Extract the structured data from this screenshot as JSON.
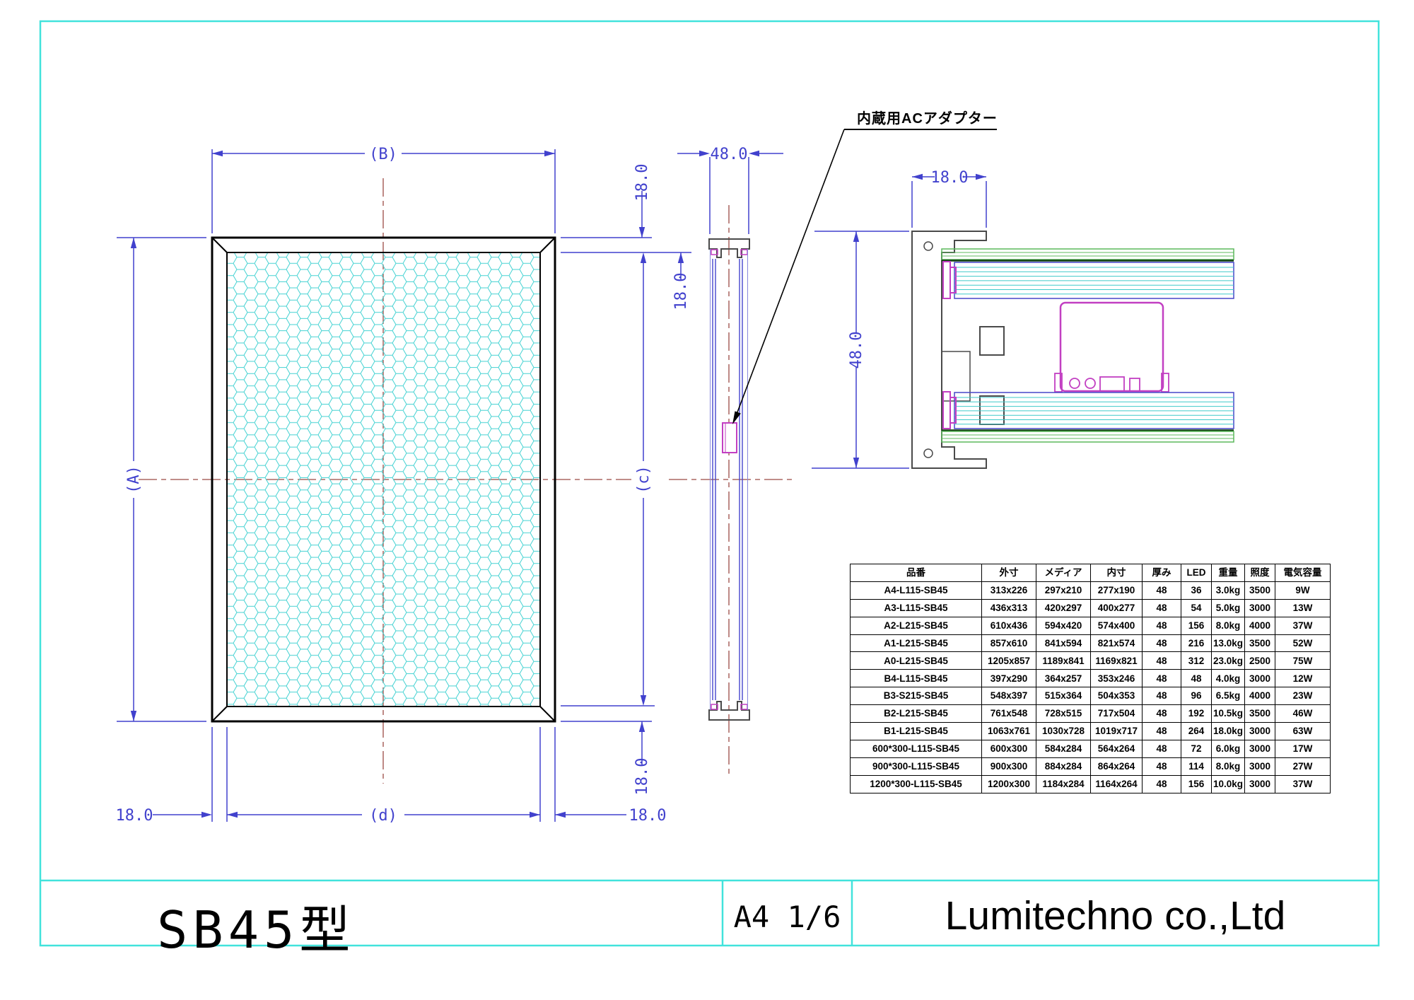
{
  "title_block": {
    "model": "SB45型",
    "sheet": "A4 1/6",
    "company": "Lumitechno co.,Ltd"
  },
  "annotations": {
    "ac_adapter_label": "内蔵用ACアダプター"
  },
  "dimensions": {
    "b": "(B)",
    "a": "(A)",
    "c": "(c)",
    "d": "(d)",
    "flange_18": "18.0",
    "depth_48": "48.0"
  },
  "table": {
    "headers": [
      "品番",
      "外寸",
      "メディア",
      "内寸",
      "厚み",
      "LED",
      "重量",
      "照度",
      "電気容量"
    ],
    "rows": [
      [
        "A4-L115-SB45",
        "313x226",
        "297x210",
        "277x190",
        "48",
        "36",
        "3.0kg",
        "3500",
        "9W"
      ],
      [
        "A3-L115-SB45",
        "436x313",
        "420x297",
        "400x277",
        "48",
        "54",
        "5.0kg",
        "3000",
        "13W"
      ],
      [
        "A2-L215-SB45",
        "610x436",
        "594x420",
        "574x400",
        "48",
        "156",
        "8.0kg",
        "4000",
        "37W"
      ],
      [
        "A1-L215-SB45",
        "857x610",
        "841x594",
        "821x574",
        "48",
        "216",
        "13.0kg",
        "3500",
        "52W"
      ],
      [
        "A0-L215-SB45",
        "1205x857",
        "1189x841",
        "1169x821",
        "48",
        "312",
        "23.0kg",
        "2500",
        "75W"
      ],
      [
        "B4-L115-SB45",
        "397x290",
        "364x257",
        "353x246",
        "48",
        "48",
        "4.0kg",
        "3000",
        "12W"
      ],
      [
        "B3-S215-SB45",
        "548x397",
        "515x364",
        "504x353",
        "48",
        "96",
        "6.5kg",
        "4000",
        "23W"
      ],
      [
        "B2-L215-SB45",
        "761x548",
        "728x515",
        "717x504",
        "48",
        "192",
        "10.5kg",
        "3500",
        "46W"
      ],
      [
        "B1-L215-SB45",
        "1063x761",
        "1030x728",
        "1019x717",
        "48",
        "264",
        "18.0kg",
        "3000",
        "63W"
      ],
      [
        "600*300-L115-SB45",
        "600x300",
        "584x284",
        "564x264",
        "48",
        "72",
        "6.0kg",
        "3000",
        "17W"
      ],
      [
        "900*300-L115-SB45",
        "900x300",
        "884x284",
        "864x264",
        "48",
        "114",
        "8.0kg",
        "3000",
        "27W"
      ],
      [
        "1200*300-L115-SB45",
        "1200x300",
        "1184x284",
        "1164x264",
        "48",
        "156",
        "10.0kg",
        "3000",
        "37W"
      ]
    ]
  },
  "colors": {
    "dimension_blue": "#4141cd",
    "centerline_red": "#9b4a44",
    "border_cyan": "#42e3dc",
    "honeycomb_cyan": "#43d2d2",
    "magenta": "#c23fc2",
    "stripe_green": "#5cb85c",
    "stripe_cyan": "#3ecaca",
    "profile_gray": "#4a4a4a",
    "line_black": "#000000"
  }
}
